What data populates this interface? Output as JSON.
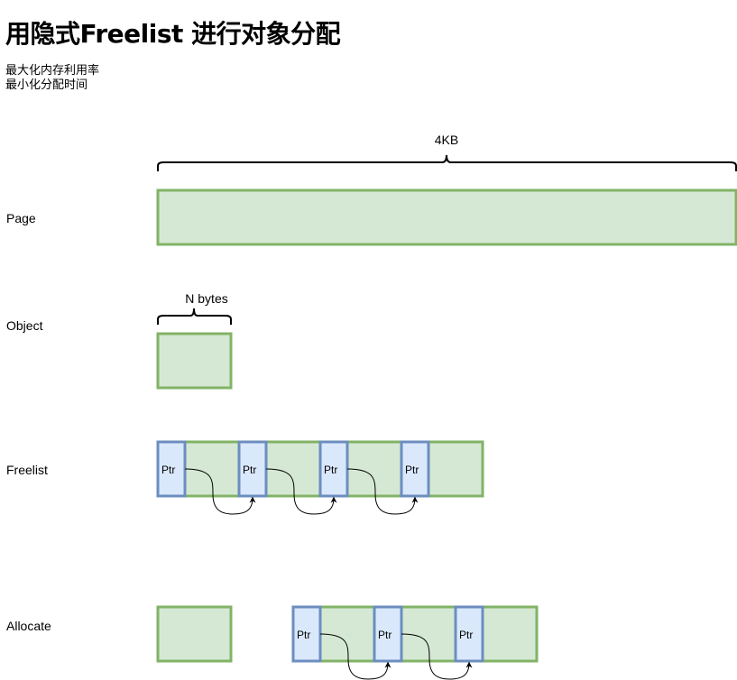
{
  "title": "用隐式Freelist 进行对象分配",
  "goals": [
    "最大化内存利用率",
    "最小化分配时间"
  ],
  "rows": {
    "page": "Page",
    "object": "Object",
    "freelist": "Freelist",
    "allocate": "Allocate"
  },
  "page_size_label": "4KB",
  "object_size_label": "N bytes",
  "ptr_label": "Ptr",
  "colors": {
    "object_fill": "#d5e8d4",
    "object_stroke": "#82b366",
    "ptr_fill": "#dae8fc",
    "ptr_stroke": "#6c8ebf"
  },
  "freelist_slots": 4,
  "allocate_allocated_slots": 1,
  "allocate_free_slots": 3
}
